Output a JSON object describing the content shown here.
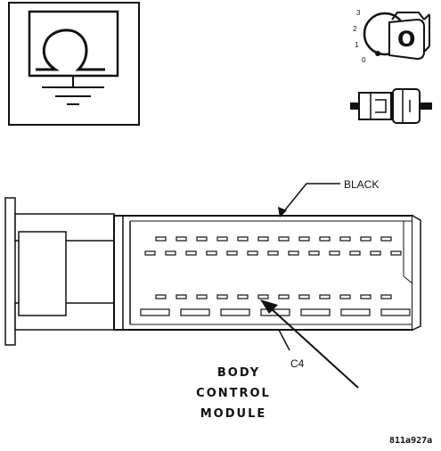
{
  "ohmmeter": {
    "symbol": "Ω"
  },
  "ignition": {
    "positions": [
      "3",
      "2",
      "1",
      "0"
    ],
    "key_letter": "O"
  },
  "connector": {
    "color_label": "BLACK",
    "id_label": "C4"
  },
  "component": {
    "line1": "BODY",
    "line2": "CONTROL",
    "line3": "MODULE"
  },
  "figure_code": "811a927a"
}
